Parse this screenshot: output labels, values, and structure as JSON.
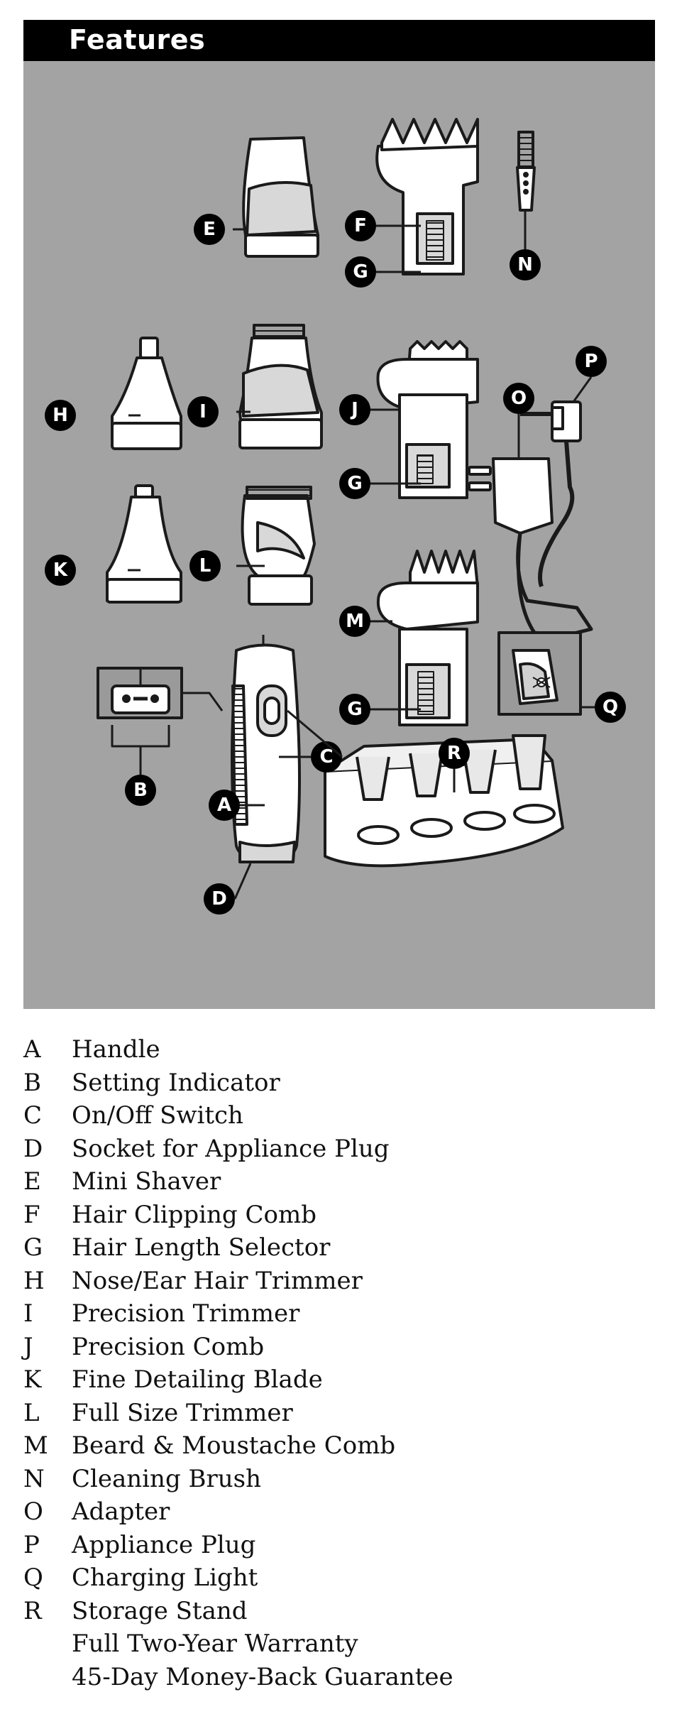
{
  "header": {
    "title": "Features"
  },
  "callouts": {
    "E": "E",
    "F": "F",
    "G": "G",
    "N": "N",
    "H": "H",
    "I": "I",
    "J": "J",
    "P": "P",
    "O": "O",
    "K": "K",
    "L": "L",
    "M": "M",
    "Q": "Q",
    "B": "B",
    "C": "C",
    "R": "R",
    "A": "A",
    "D": "D"
  },
  "legend": [
    {
      "letter": "A",
      "text": "Handle"
    },
    {
      "letter": "B",
      "text": "Setting Indicator"
    },
    {
      "letter": "C",
      "text": "On/Off Switch"
    },
    {
      "letter": "D",
      "text": "Socket for Appliance Plug"
    },
    {
      "letter": "E",
      "text": "Mini Shaver"
    },
    {
      "letter": "F",
      "text": "Hair Clipping Comb"
    },
    {
      "letter": "G",
      "text": "Hair Length Selector"
    },
    {
      "letter": "H",
      "text": "Nose/Ear Hair Trimmer"
    },
    {
      "letter": "I",
      "text": "Precision Trimmer"
    },
    {
      "letter": "J",
      "text": "Precision Comb"
    },
    {
      "letter": "K",
      "text": "Fine Detailing Blade"
    },
    {
      "letter": "L",
      "text": "Full Size Trimmer"
    },
    {
      "letter": "M",
      "text": "Beard & Moustache Comb"
    },
    {
      "letter": "N",
      "text": "Cleaning Brush"
    },
    {
      "letter": "O",
      "text": "Adapter"
    },
    {
      "letter": "P",
      "text": "Appliance Plug"
    },
    {
      "letter": "Q",
      "text": "Charging Light"
    },
    {
      "letter": "R",
      "text": "Storage Stand"
    }
  ],
  "footer": {
    "warranty": "Full Two-Year Warranty",
    "guarantee": "45-Day Money-Back Guarantee"
  },
  "colors": {
    "figure_background": "#a3a3a3",
    "header_background": "#000000",
    "part_fill": "#ffffff",
    "outline": "#1a1a1a"
  }
}
